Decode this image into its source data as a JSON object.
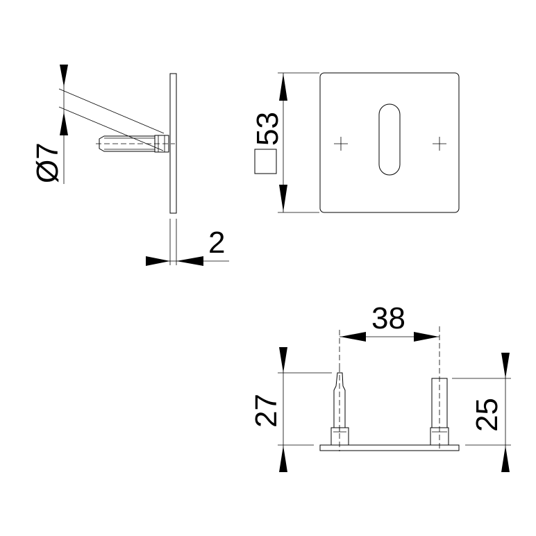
{
  "drawing": {
    "side_view": {
      "diameter_label": "Ø7",
      "thickness_label": "2"
    },
    "front_view": {
      "size_label": "53",
      "size_symbol": "square"
    },
    "bottom_view": {
      "pin_spacing_label": "38",
      "left_pin_height_label": "27",
      "right_pin_height_label": "25"
    },
    "colors": {
      "line": "#000000",
      "background": "#ffffff"
    }
  }
}
